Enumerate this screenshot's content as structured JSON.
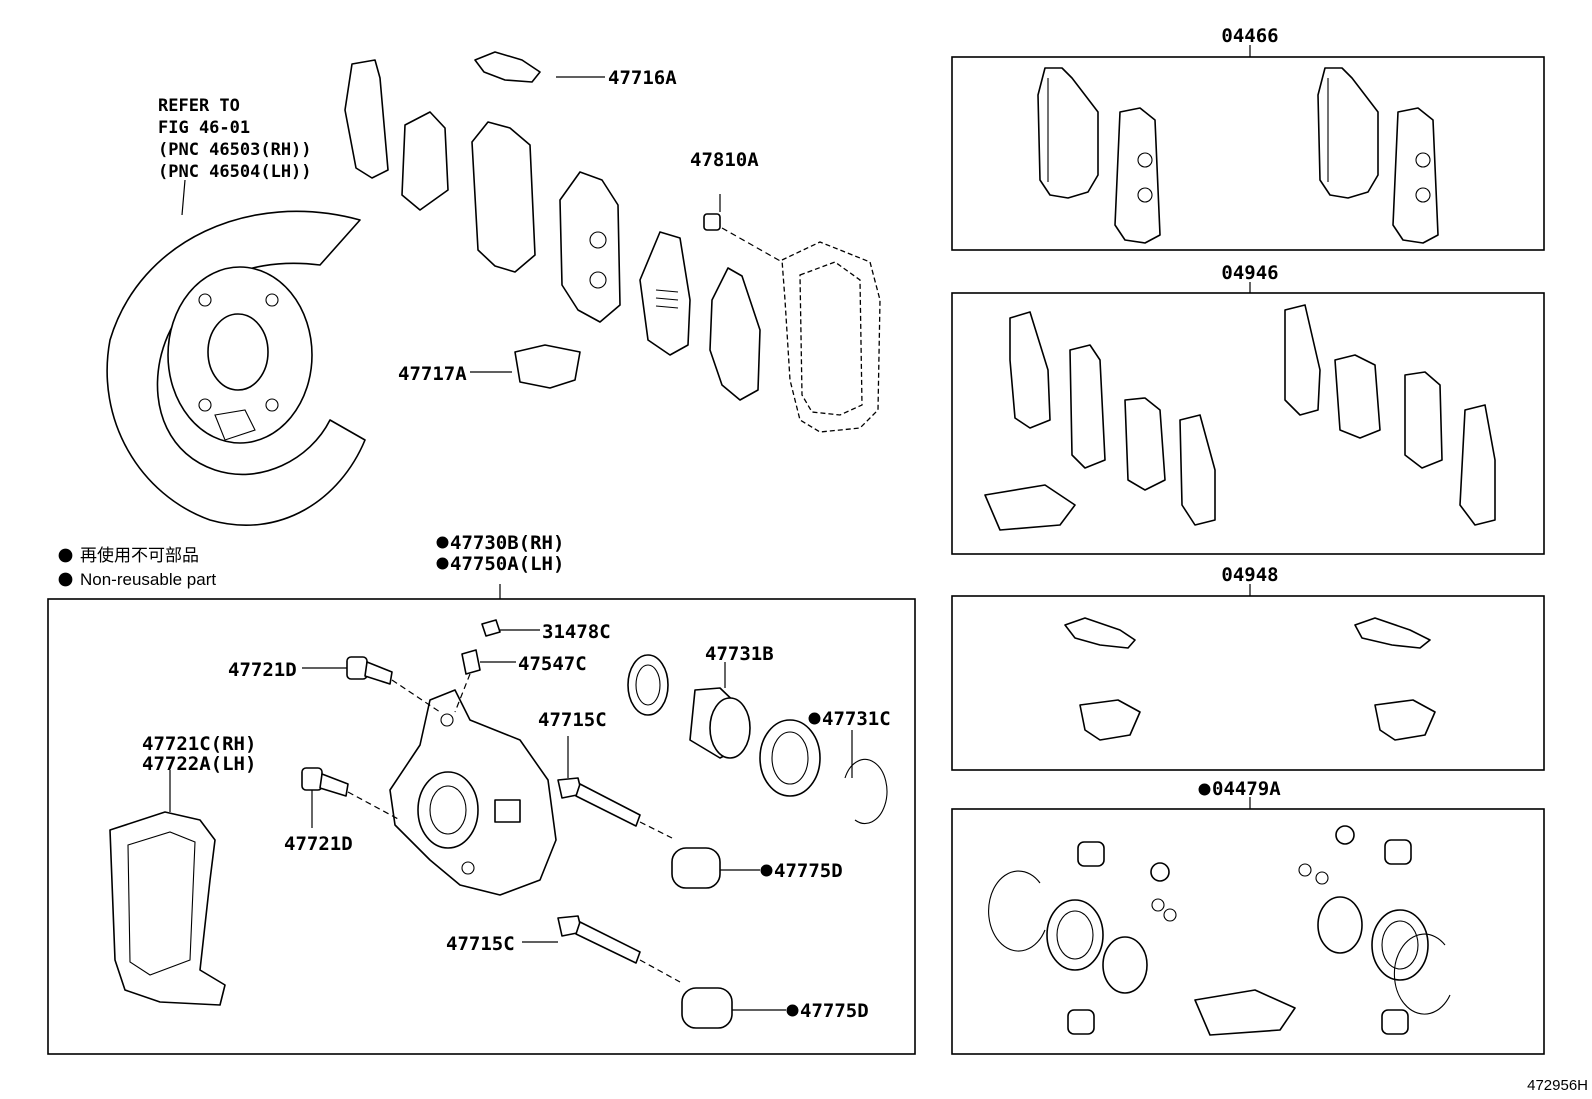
{
  "colors": {
    "ink": "#000000",
    "paper": "#ffffff"
  },
  "refer_note": {
    "line1": "REFER TO",
    "line2": "FIG 46-01",
    "line3": "(PNC 46503(RH))",
    "line4": "(PNC 46504(LH))"
  },
  "legend": {
    "bullet_icon": "filled-circle-icon",
    "japanese": "再使用不可部品",
    "english": "Non-reusable part"
  },
  "parts": {
    "p47716A": "47716A",
    "p47810A": "47810A",
    "p47717A": "47717A",
    "p47730B": "47730B(RH)",
    "p47750A": "47750A(LH)",
    "p31478C": "31478C",
    "p47721D_top": "47721D",
    "p47547C": "47547C",
    "p47731B": "47731B",
    "p47731C": "47731C",
    "p47715C_top": "47715C",
    "p47721C": "47721C(RH)",
    "p47722A": "47722A(LH)",
    "p47721D_bottom": "47721D",
    "p47775D_top": "47775D",
    "p47715C_bottom": "47715C",
    "p47775D_bottom": "47775D"
  },
  "kits": {
    "k04466": "04466",
    "k04946": "04946",
    "k04948": "04948",
    "k04479A": "04479A"
  },
  "figure_id": "472956H"
}
